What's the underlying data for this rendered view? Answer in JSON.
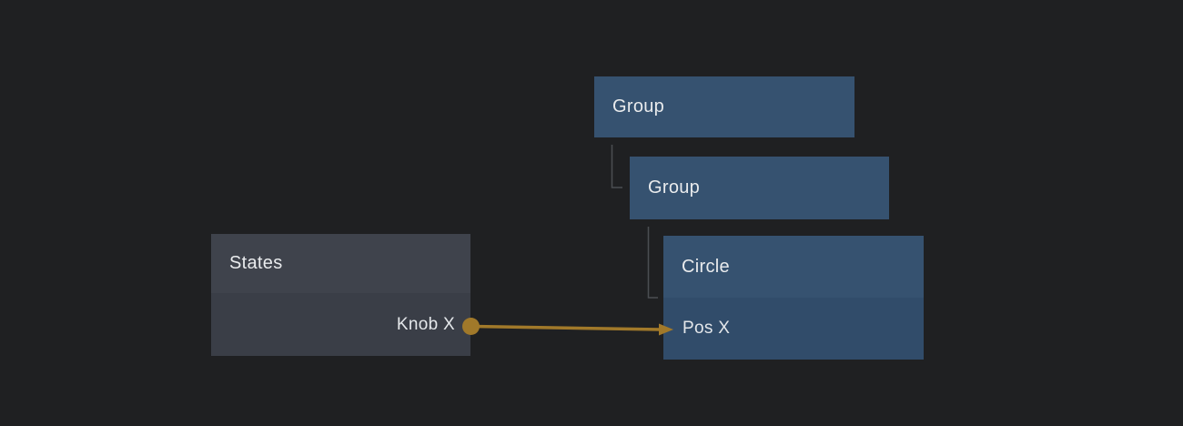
{
  "palette": {
    "canvas_background": "#1f2022",
    "node_blue_header": "#365270",
    "node_blue_body": "#314c6a",
    "node_gray_header": "#3f434c",
    "node_gray_body": "#3a3e47",
    "tree_line": "#4b4e52",
    "wire": "#a1792a",
    "text": "#e9ebed"
  },
  "nodes": {
    "group1": {
      "title": "Group",
      "type": "group"
    },
    "group2": {
      "title": "Group",
      "type": "group"
    },
    "circle": {
      "title": "Circle",
      "type": "shape",
      "inputs": [
        {
          "label": "Pos X"
        }
      ]
    },
    "states": {
      "title": "States",
      "type": "states",
      "outputs": [
        {
          "label": "Knob X"
        }
      ]
    }
  },
  "tree_links": [
    {
      "parent": "group1",
      "child": "group2"
    },
    {
      "parent": "group2",
      "child": "circle"
    }
  ],
  "connections": [
    {
      "from_node": "States",
      "from_port": "Knob X",
      "to_node": "Circle",
      "to_port": "Pos X"
    }
  ]
}
